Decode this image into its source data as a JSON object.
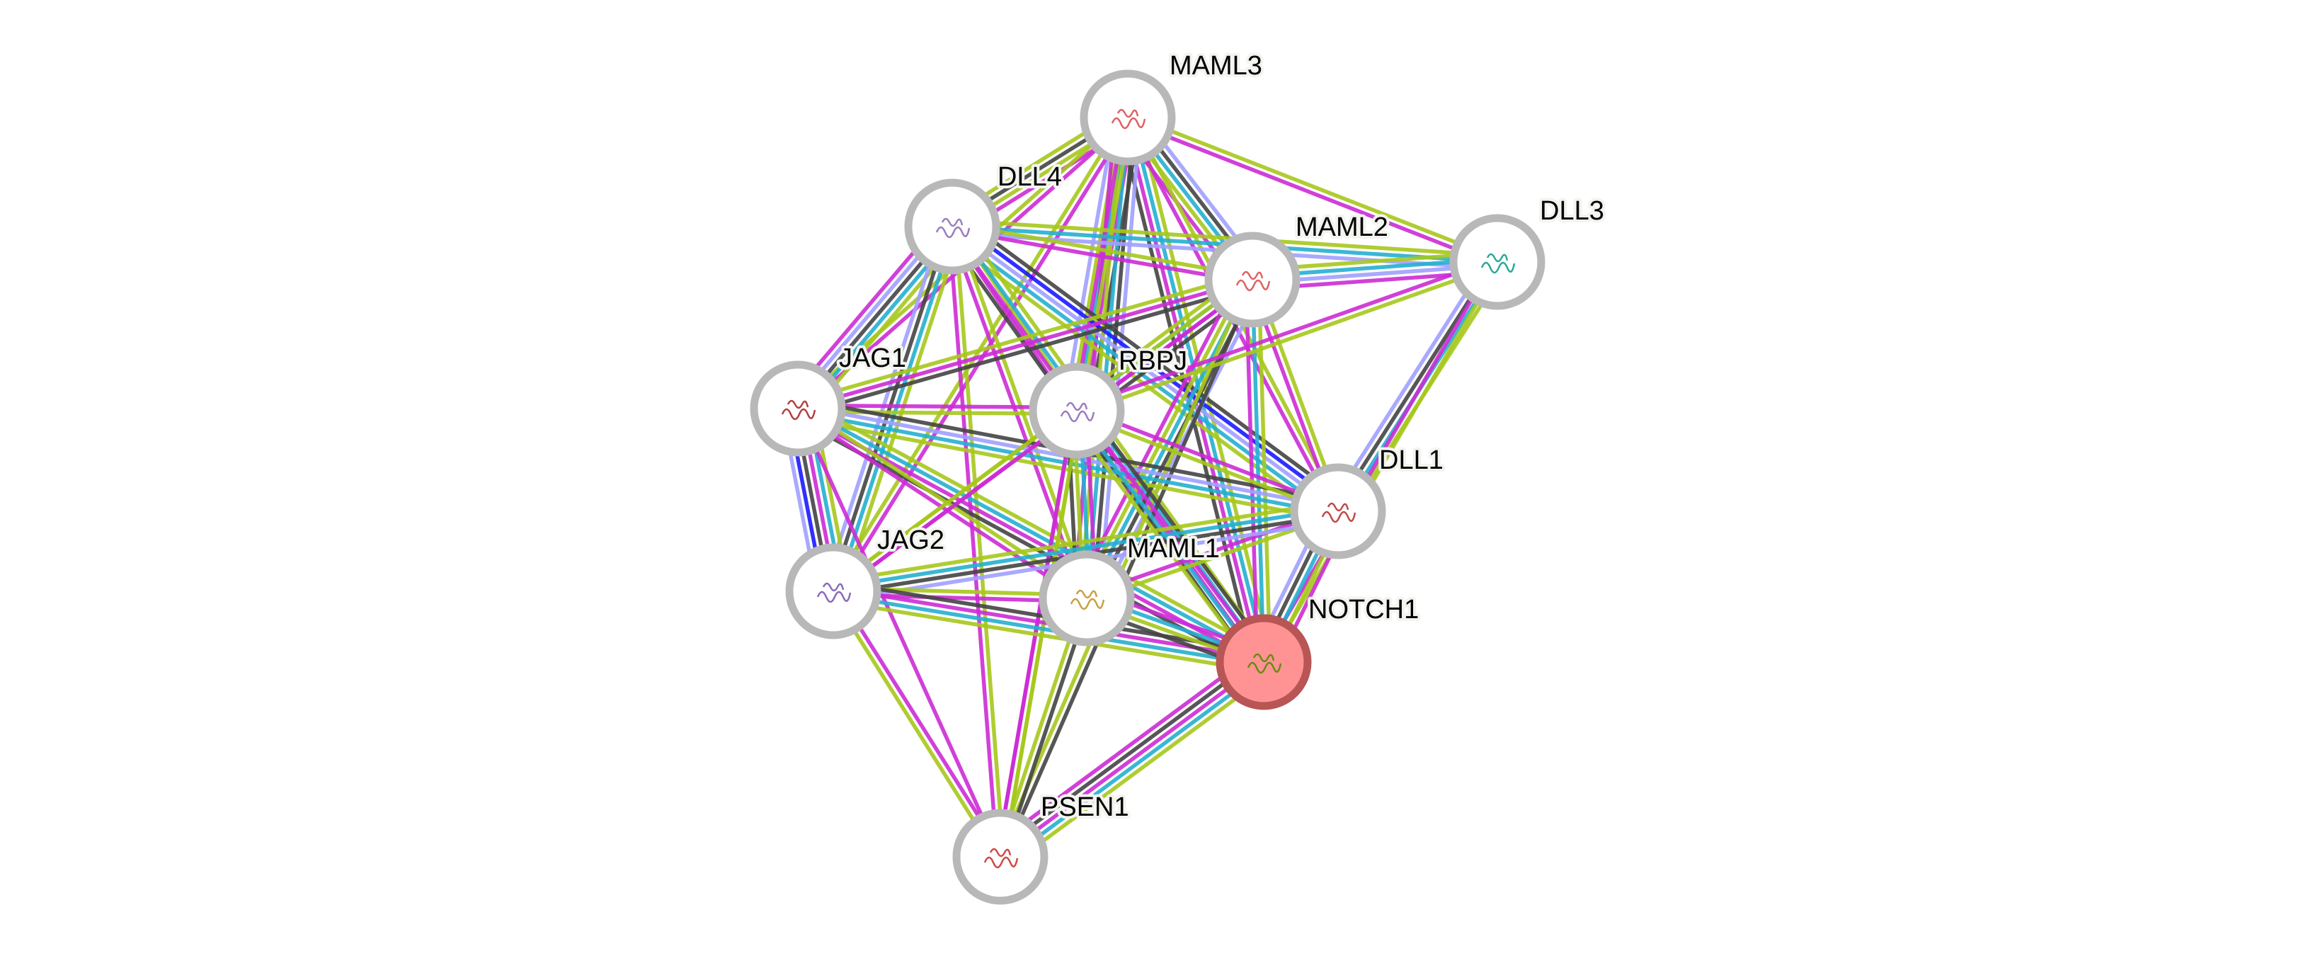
{
  "network": {
    "query_protein": "NOTCH1",
    "channel_colors": {
      "experiments": "#cc2bd5",
      "databases": "#25afcf",
      "textmining": "#a6c81c",
      "coexpression": "#444444",
      "gene_fusion": "#1919ff",
      "homology": "#a0a0ff"
    },
    "nodes": [
      {
        "id": "MAML3",
        "label": "MAML3",
        "query": false,
        "structure_color": "#e06060"
      },
      {
        "id": "DLL4",
        "label": "DLL4",
        "query": false,
        "structure_color": "#9a7cc0"
      },
      {
        "id": "MAML2",
        "label": "MAML2",
        "query": false,
        "structure_color": "#e06060"
      },
      {
        "id": "DLL3",
        "label": "DLL3",
        "query": false,
        "structure_color": "#2aa89a"
      },
      {
        "id": "JAG1",
        "label": "JAG1",
        "query": false,
        "structure_color": "#b04040"
      },
      {
        "id": "RBPJ",
        "label": "RBPJ",
        "query": false,
        "structure_color": "#9a7cc0"
      },
      {
        "id": "DLL1",
        "label": "DLL1",
        "query": false,
        "structure_color": "#c04848"
      },
      {
        "id": "JAG2",
        "label": "JAG2",
        "query": false,
        "structure_color": "#8a6ab8"
      },
      {
        "id": "MAML1",
        "label": "MAML1",
        "query": false,
        "structure_color": "#c8a040"
      },
      {
        "id": "NOTCH1",
        "label": "NOTCH1",
        "query": true,
        "structure_color": "#6a8a10"
      },
      {
        "id": "PSEN1",
        "label": "PSEN1",
        "query": false,
        "structure_color": "#d04848"
      }
    ],
    "edges": [
      {
        "source": "MAML3",
        "target": "DLL3",
        "channels": [
          "textmining",
          "experiments"
        ]
      },
      {
        "source": "MAML3",
        "target": "DLL4",
        "channels": [
          "experiments",
          "textmining",
          "coexpression",
          "textmining"
        ]
      },
      {
        "source": "MAML3",
        "target": "MAML2",
        "channels": [
          "homology",
          "coexpression",
          "databases",
          "textmining",
          "experiments"
        ]
      },
      {
        "source": "MAML3",
        "target": "RBPJ",
        "channels": [
          "coexpression",
          "experiments",
          "databases",
          "textmining",
          "homology"
        ]
      },
      {
        "source": "MAML3",
        "target": "NOTCH1",
        "channels": [
          "textmining",
          "databases",
          "experiments",
          "coexpression"
        ]
      },
      {
        "source": "MAML3",
        "target": "DLL1",
        "channels": [
          "textmining",
          "experiments"
        ]
      },
      {
        "source": "MAML3",
        "target": "JAG1",
        "channels": [
          "experiments",
          "textmining"
        ]
      },
      {
        "source": "MAML3",
        "target": "JAG2",
        "channels": [
          "experiments",
          "textmining"
        ]
      },
      {
        "source": "MAML3",
        "target": "MAML1",
        "channels": [
          "homology",
          "coexpression",
          "databases",
          "textmining",
          "experiments"
        ]
      },
      {
        "source": "MAML3",
        "target": "PSEN1",
        "channels": [
          "textmining",
          "experiments"
        ]
      },
      {
        "source": "DLL4",
        "target": "DLL3",
        "channels": [
          "textmining",
          "databases",
          "homology"
        ]
      },
      {
        "source": "DLL4",
        "target": "MAML2",
        "channels": [
          "textmining",
          "experiments"
        ]
      },
      {
        "source": "DLL4",
        "target": "JAG1",
        "channels": [
          "textmining",
          "databases",
          "coexpression",
          "homology",
          "experiments"
        ]
      },
      {
        "source": "DLL4",
        "target": "JAG2",
        "channels": [
          "textmining",
          "databases",
          "coexpression",
          "homology"
        ]
      },
      {
        "source": "DLL4",
        "target": "RBPJ",
        "channels": [
          "textmining",
          "experiments"
        ]
      },
      {
        "source": "DLL4",
        "target": "DLL1",
        "channels": [
          "coexpression",
          "gene_fusion",
          "homology",
          "databases",
          "textmining"
        ]
      },
      {
        "source": "DLL4",
        "target": "NOTCH1",
        "channels": [
          "textmining",
          "databases",
          "experiments",
          "coexpression"
        ]
      },
      {
        "source": "DLL4",
        "target": "MAML1",
        "channels": [
          "textmining",
          "experiments"
        ]
      },
      {
        "source": "DLL4",
        "target": "PSEN1",
        "channels": [
          "textmining",
          "experiments"
        ]
      },
      {
        "source": "MAML2",
        "target": "DLL3",
        "channels": [
          "textmining",
          "databases",
          "homology",
          "experiments"
        ]
      },
      {
        "source": "MAML2",
        "target": "JAG1",
        "channels": [
          "coexpression",
          "experiments",
          "textmining"
        ]
      },
      {
        "source": "MAML2",
        "target": "RBPJ",
        "channels": [
          "coexpression",
          "experiments",
          "databases",
          "textmining"
        ]
      },
      {
        "source": "MAML2",
        "target": "NOTCH1",
        "channels": [
          "textmining",
          "databases",
          "experiments"
        ]
      },
      {
        "source": "MAML2",
        "target": "MAML1",
        "channels": [
          "homology",
          "coexpression",
          "databases",
          "textmining",
          "experiments"
        ]
      },
      {
        "source": "MAML2",
        "target": "JAG2",
        "channels": [
          "experiments",
          "textmining"
        ]
      },
      {
        "source": "MAML2",
        "target": "DLL1",
        "channels": [
          "textmining",
          "experiments"
        ]
      },
      {
        "source": "MAML2",
        "target": "PSEN1",
        "channels": [
          "coexpression",
          "textmining"
        ]
      },
      {
        "source": "DLL3",
        "target": "DLL1",
        "channels": [
          "textmining",
          "databases",
          "coexpression",
          "homology"
        ]
      },
      {
        "source": "DLL3",
        "target": "NOTCH1",
        "channels": [
          "textmining",
          "experiments"
        ]
      },
      {
        "source": "DLL3",
        "target": "RBPJ",
        "channels": [
          "textmining",
          "experiments"
        ]
      },
      {
        "source": "JAG1",
        "target": "RBPJ",
        "channels": [
          "experiments",
          "textmining"
        ]
      },
      {
        "source": "JAG1",
        "target": "JAG2",
        "channels": [
          "textmining",
          "databases",
          "experiments",
          "coexpression",
          "gene_fusion",
          "homology"
        ]
      },
      {
        "source": "JAG1",
        "target": "DLL1",
        "channels": [
          "coexpression",
          "homology",
          "databases",
          "textmining"
        ]
      },
      {
        "source": "JAG1",
        "target": "NOTCH1",
        "channels": [
          "textmining",
          "databases",
          "experiments",
          "coexpression"
        ]
      },
      {
        "source": "JAG1",
        "target": "MAML1",
        "channels": [
          "textmining",
          "experiments"
        ]
      },
      {
        "source": "JAG1",
        "target": "PSEN1",
        "channels": [
          "experiments"
        ]
      },
      {
        "source": "RBPJ",
        "target": "NOTCH1",
        "channels": [
          "coexpression",
          "experiments",
          "databases",
          "textmining"
        ]
      },
      {
        "source": "RBPJ",
        "target": "MAML1",
        "channels": [
          "experiments",
          "databases",
          "textmining",
          "coexpression"
        ]
      },
      {
        "source": "RBPJ",
        "target": "DLL1",
        "channels": [
          "experiments",
          "textmining"
        ]
      },
      {
        "source": "RBPJ",
        "target": "JAG2",
        "channels": [
          "experiments",
          "textmining"
        ]
      },
      {
        "source": "RBPJ",
        "target": "PSEN1",
        "channels": [
          "textmining",
          "experiments"
        ]
      },
      {
        "source": "DLL1",
        "target": "NOTCH1",
        "channels": [
          "experiments",
          "textmining",
          "databases",
          "coexpression",
          "homology"
        ]
      },
      {
        "source": "DLL1",
        "target": "MAML1",
        "channels": [
          "textmining",
          "experiments"
        ]
      },
      {
        "source": "DLL1",
        "target": "JAG2",
        "channels": [
          "homology",
          "coexpression",
          "databases",
          "textmining"
        ]
      },
      {
        "source": "JAG2",
        "target": "MAML1",
        "channels": [
          "textmining",
          "experiments"
        ]
      },
      {
        "source": "JAG2",
        "target": "NOTCH1",
        "channels": [
          "coexpression",
          "experiments",
          "databases",
          "textmining"
        ]
      },
      {
        "source": "JAG2",
        "target": "PSEN1",
        "channels": [
          "experiments",
          "textmining"
        ]
      },
      {
        "source": "MAML1",
        "target": "NOTCH1",
        "channels": [
          "experiments",
          "databases",
          "textmining",
          "coexpression"
        ]
      },
      {
        "source": "MAML1",
        "target": "PSEN1",
        "channels": [
          "coexpression",
          "textmining"
        ]
      },
      {
        "source": "NOTCH1",
        "target": "PSEN1",
        "channels": [
          "textmining",
          "databases",
          "experiments",
          "coexpression",
          "experiments"
        ]
      }
    ]
  }
}
